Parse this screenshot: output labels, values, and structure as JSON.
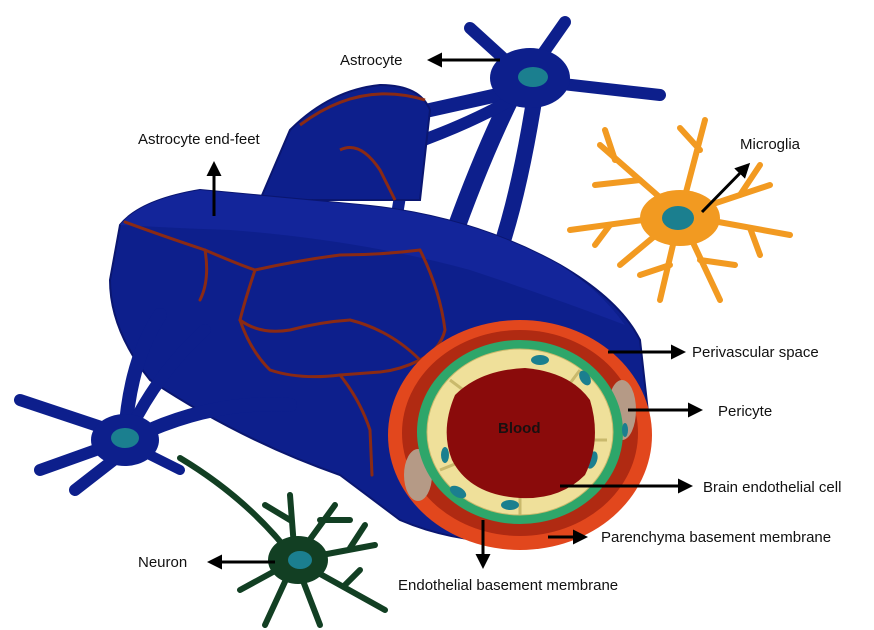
{
  "labels": {
    "astrocyte": "Astrocyte",
    "astrocyte_end_feet": "Astrocyte end-feet",
    "microglia": "Microglia",
    "perivascular_space": "Perivascular space",
    "pericyte": "Pericyte",
    "blood": "Blood",
    "brain_endothelial_cell": "Brain endothelial cell",
    "parenchyma_basement_membrane": "Parenchyma basement membrane",
    "neuron": "Neuron",
    "endothelial_basement_membrane": "Endothelial basement membrane"
  },
  "colors": {
    "astrocyte": "#0d1f8c",
    "astrocyte_edge": "#0a1670",
    "seam": "#8a2a14",
    "microglia": "#f29a21",
    "nucleus": "#1b7f8f",
    "parenchyma_membrane": "#e2471d",
    "perivascular": "#b02a12",
    "endothelial_membrane": "#2ea66a",
    "endothelial_cell": "#efe09a",
    "pericyte": "#b59a86",
    "blood": "#8a0b0b",
    "neuron": "#123f23",
    "arrow": "#000000"
  }
}
